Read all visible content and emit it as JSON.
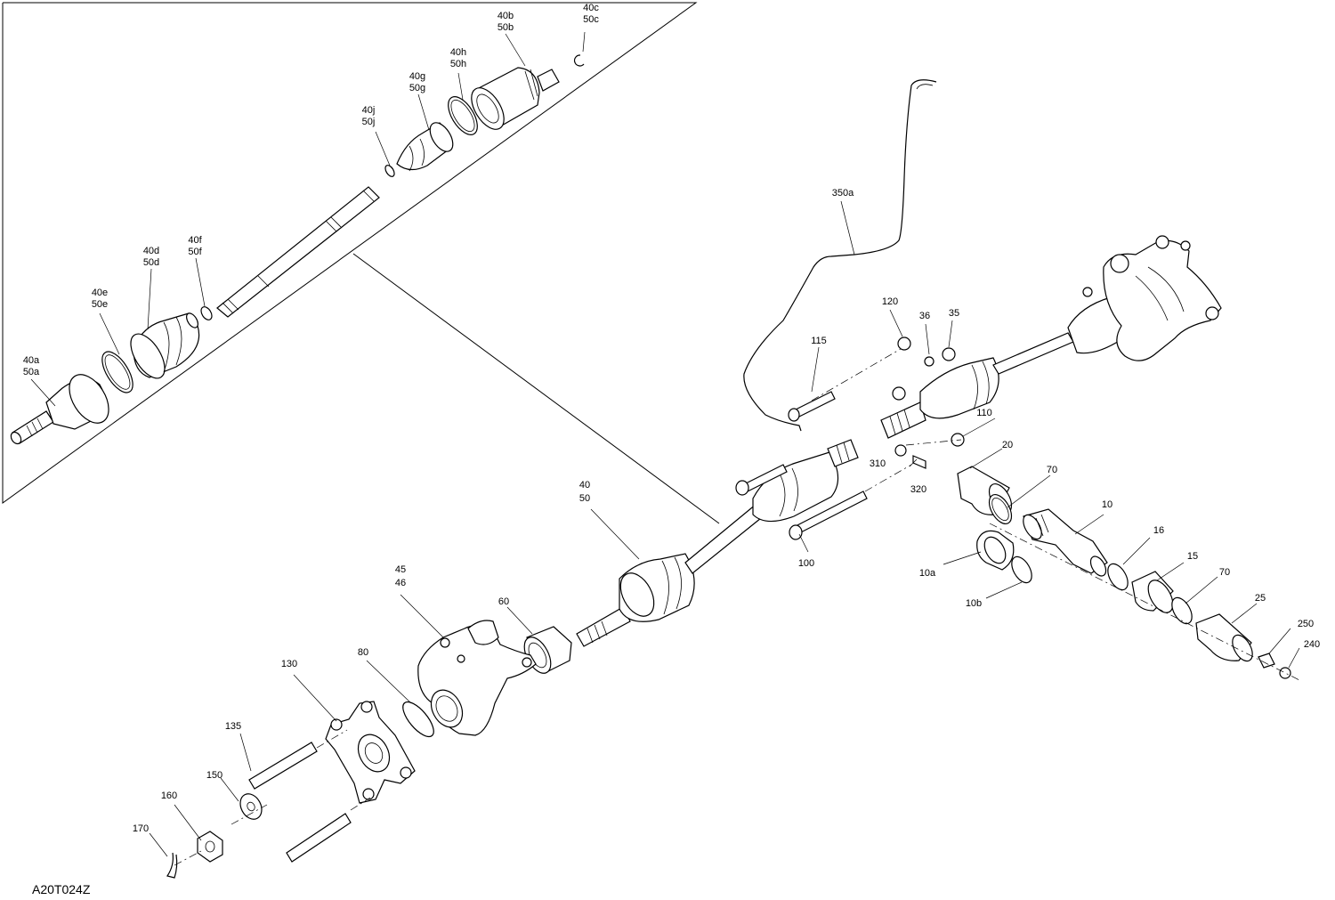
{
  "diagram": {
    "code": "A20T024Z",
    "labels": [
      {
        "id": "40b",
        "lines": [
          "40b",
          "50b"
        ]
      },
      {
        "id": "40c",
        "lines": [
          "40c",
          "50c"
        ]
      },
      {
        "id": "40h",
        "lines": [
          "40h",
          "50h"
        ]
      },
      {
        "id": "40g",
        "lines": [
          "40g",
          "50g"
        ]
      },
      {
        "id": "40j",
        "lines": [
          "40j",
          "50j"
        ]
      },
      {
        "id": "40d",
        "lines": [
          "40d",
          "50d"
        ]
      },
      {
        "id": "40f",
        "lines": [
          "40f",
          "50f"
        ]
      },
      {
        "id": "40e",
        "lines": [
          "40e",
          "50e"
        ]
      },
      {
        "id": "40a",
        "lines": [
          "40a",
          "50a"
        ]
      },
      {
        "id": "350a",
        "lines": [
          "350a"
        ]
      },
      {
        "id": "120",
        "lines": [
          "120"
        ]
      },
      {
        "id": "36",
        "lines": [
          "36"
        ]
      },
      {
        "id": "35",
        "lines": [
          "35"
        ]
      },
      {
        "id": "115",
        "lines": [
          "115"
        ]
      },
      {
        "id": "110",
        "lines": [
          "110"
        ]
      },
      {
        "id": "20",
        "lines": [
          "20"
        ]
      },
      {
        "id": "310",
        "lines": [
          "310"
        ]
      },
      {
        "id": "320",
        "lines": [
          "320"
        ]
      },
      {
        "id": "70a",
        "lines": [
          "70"
        ]
      },
      {
        "id": "10",
        "lines": [
          "10"
        ]
      },
      {
        "id": "40",
        "lines": [
          "40",
          "50"
        ]
      },
      {
        "id": "100",
        "lines": [
          "100"
        ]
      },
      {
        "id": "16",
        "lines": [
          "16"
        ]
      },
      {
        "id": "15",
        "lines": [
          "15"
        ]
      },
      {
        "id": "10a",
        "lines": [
          "10a"
        ]
      },
      {
        "id": "70b",
        "lines": [
          "70"
        ]
      },
      {
        "id": "10b",
        "lines": [
          "10b"
        ]
      },
      {
        "id": "45",
        "lines": [
          "45",
          "46"
        ]
      },
      {
        "id": "60",
        "lines": [
          "60"
        ]
      },
      {
        "id": "25",
        "lines": [
          "25"
        ]
      },
      {
        "id": "250",
        "lines": [
          "250"
        ]
      },
      {
        "id": "240",
        "lines": [
          "240"
        ]
      },
      {
        "id": "130",
        "lines": [
          "130"
        ]
      },
      {
        "id": "80",
        "lines": [
          "80"
        ]
      },
      {
        "id": "135",
        "lines": [
          "135"
        ]
      },
      {
        "id": "150",
        "lines": [
          "150"
        ]
      },
      {
        "id": "160",
        "lines": [
          "160"
        ]
      },
      {
        "id": "170",
        "lines": [
          "170"
        ]
      }
    ]
  }
}
